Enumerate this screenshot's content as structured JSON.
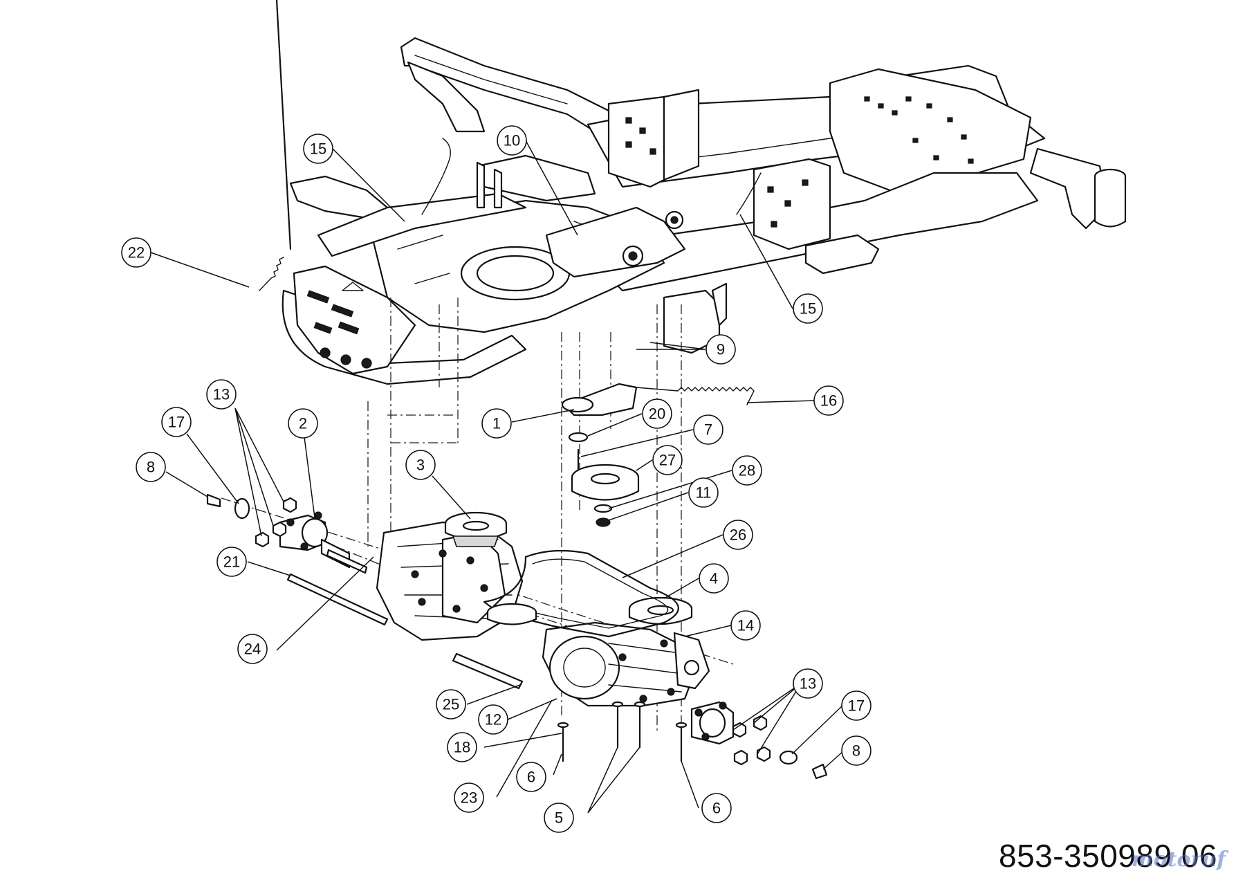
{
  "diagram": {
    "document_number": "853-350989 06",
    "watermark": "motoruf",
    "callouts": [
      {
        "id": "c15a",
        "label": "15"
      },
      {
        "id": "c10",
        "label": "10"
      },
      {
        "id": "c22",
        "label": "22"
      },
      {
        "id": "c15b",
        "label": "15"
      },
      {
        "id": "c9",
        "label": "9"
      },
      {
        "id": "c16",
        "label": "16"
      },
      {
        "id": "c1",
        "label": "1"
      },
      {
        "id": "c20",
        "label": "20"
      },
      {
        "id": "c7",
        "label": "7"
      },
      {
        "id": "c27",
        "label": "27"
      },
      {
        "id": "c28",
        "label": "28"
      },
      {
        "id": "c11",
        "label": "11"
      },
      {
        "id": "c26",
        "label": "26"
      },
      {
        "id": "c4",
        "label": "4"
      },
      {
        "id": "c14",
        "label": "14"
      },
      {
        "id": "c13a",
        "label": "13"
      },
      {
        "id": "c17a",
        "label": "17"
      },
      {
        "id": "c2",
        "label": "2"
      },
      {
        "id": "c8a",
        "label": "8"
      },
      {
        "id": "c3",
        "label": "3"
      },
      {
        "id": "c21",
        "label": "21"
      },
      {
        "id": "c24",
        "label": "24"
      },
      {
        "id": "c25",
        "label": "25"
      },
      {
        "id": "c12",
        "label": "12"
      },
      {
        "id": "c18",
        "label": "18"
      },
      {
        "id": "c6a",
        "label": "6"
      },
      {
        "id": "c23",
        "label": "23"
      },
      {
        "id": "c5",
        "label": "5"
      },
      {
        "id": "c6b",
        "label": "6"
      },
      {
        "id": "c13b",
        "label": "13"
      },
      {
        "id": "c17b",
        "label": "17"
      },
      {
        "id": "c8b",
        "label": "8"
      }
    ]
  }
}
